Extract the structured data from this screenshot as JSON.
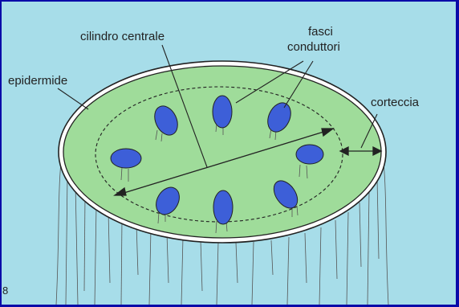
{
  "diagram": {
    "labels": {
      "cilindro_centrale": "cilindro centrale",
      "fasci_line1": "fasci",
      "fasci_line2": "conduttori",
      "epidermide": "epidermide",
      "corteccia": "corteccia"
    },
    "figure_marker": "8"
  },
  "colors": {
    "border": "#0a0aa8",
    "background": "#a7dde9",
    "stem_top": "#9fdc9a",
    "bundle": "#3d5fd8",
    "line": "#222222"
  }
}
